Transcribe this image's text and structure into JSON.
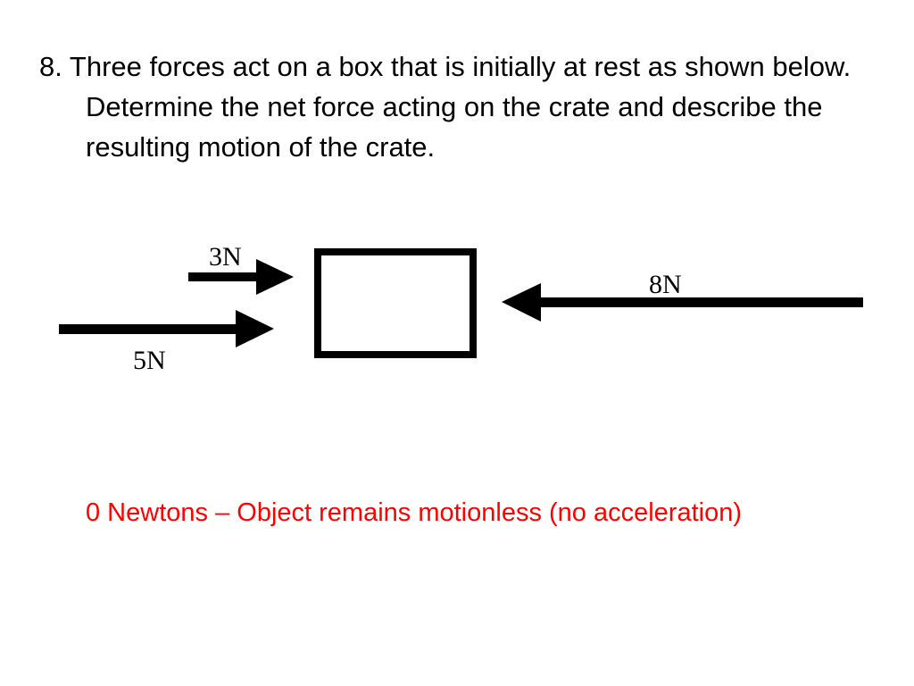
{
  "question": {
    "text": "8. Three forces act on a box that is initially at rest as shown below. Determine the net force acting on the crate and describe the resulting motion of the crate."
  },
  "diagram": {
    "forces": [
      {
        "label": "3N",
        "magnitude": 3,
        "direction": "right"
      },
      {
        "label": "5N",
        "magnitude": 5,
        "direction": "right"
      },
      {
        "label": "8N",
        "magnitude": 8,
        "direction": "left"
      }
    ]
  },
  "answer": {
    "text": "0 Newtons – Object remains motionless (no acceleration)",
    "color": "#ff0000"
  }
}
